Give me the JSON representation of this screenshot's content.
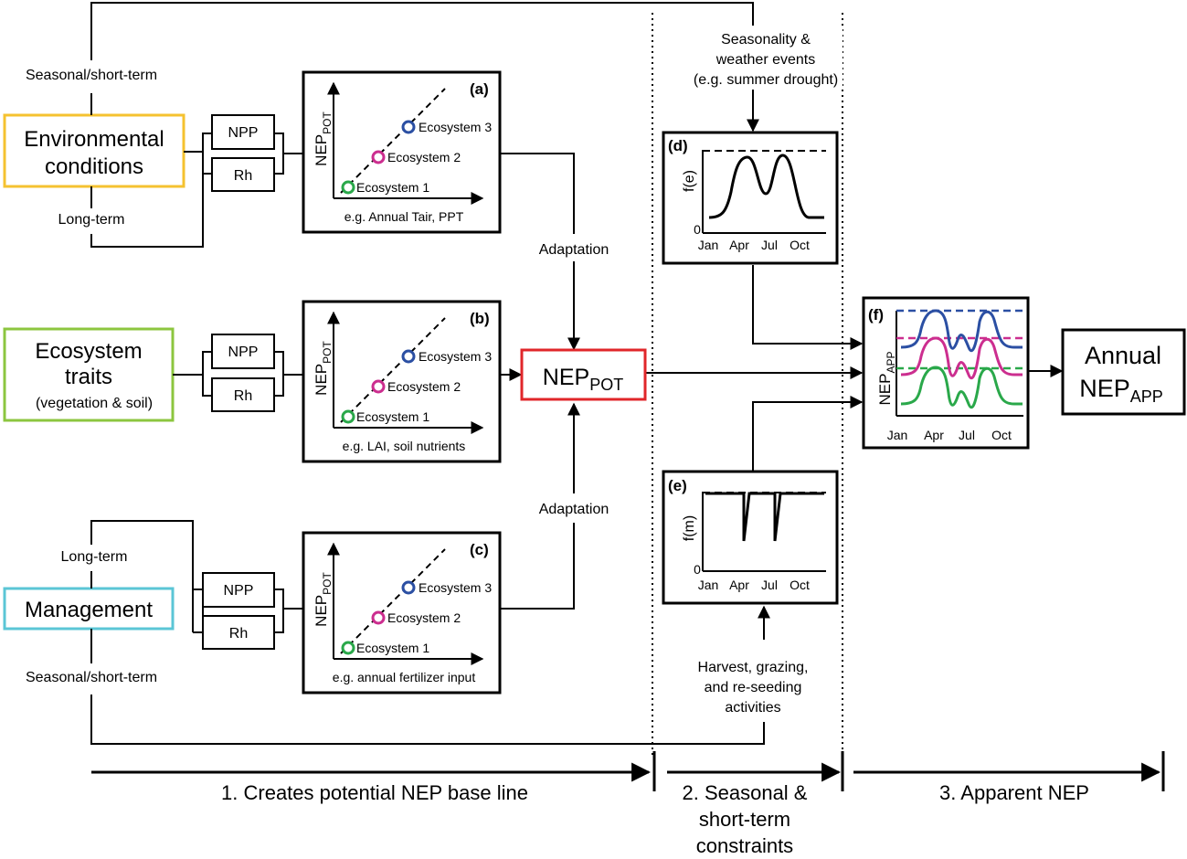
{
  "drivers": {
    "environmental": {
      "title_line1": "Environmental",
      "title_line2": "conditions",
      "color": "#f5c230"
    },
    "traits": {
      "title_line1": "Ecosystem",
      "title_line2": "traits",
      "subtitle": "(vegetation & soil)",
      "color": "#8cc63f"
    },
    "management": {
      "title": "Management",
      "color": "#5bc6d6"
    }
  },
  "timescales": {
    "seasonal_top": "Seasonal/short-term",
    "long_top": "Long-term",
    "long_bottom": "Long-term",
    "seasonal_bottom": "Seasonal/short-term"
  },
  "fluxes": {
    "npp": "NPP",
    "rh": "Rh"
  },
  "panels": {
    "a": {
      "letter": "(a)",
      "xlabel": "e.g. Annual Tair, PPT"
    },
    "b": {
      "letter": "(b)",
      "xlabel": "e.g. LAI, soil nutrients"
    },
    "c": {
      "letter": "(c)",
      "xlabel": "e.g. annual fertilizer input"
    },
    "ylabel_main": "NEP",
    "ylabel_sub": "POT",
    "ecosystems": [
      "Ecosystem 1",
      "Ecosystem 2",
      "Ecosystem 3"
    ],
    "ecosystem_colors": [
      "#2aa84a",
      "#cc2e8f",
      "#2b4fa3"
    ]
  },
  "center": {
    "adaptation_top": "Adaptation",
    "adaptation_bottom": "Adaptation",
    "nep_pot_main": "NEP",
    "nep_pot_sub": "POT",
    "nep_pot_color": "#e0262a"
  },
  "seasonal": {
    "weather_line1": "Seasonality &",
    "weather_line2": "weather events",
    "weather_line3": "(e.g. summer drought)",
    "panel_d": {
      "letter": "(d)",
      "ylabel": "f(e)",
      "zero": "0"
    },
    "panel_e": {
      "letter": "(e)",
      "ylabel": "f(m)",
      "zero": "0"
    },
    "months": [
      "Jan",
      "Apr",
      "Jul",
      "Oct"
    ],
    "mgmt_line1": "Harvest, grazing,",
    "mgmt_line2": "and re-seeding",
    "mgmt_line3": "activities"
  },
  "apparent": {
    "panel_f": {
      "letter": "(f)",
      "ylabel_main": "NEP",
      "ylabel_sub": "APP"
    },
    "annual_line1": "Annual",
    "annual_main": "NEP",
    "annual_sub": "APP"
  },
  "phases": {
    "phase1": "1. Creates potential NEP base line",
    "phase2_line1": "2. Seasonal &",
    "phase2_line2": "short-term",
    "phase2_line3": "constraints",
    "phase3": "3. Apparent NEP"
  }
}
